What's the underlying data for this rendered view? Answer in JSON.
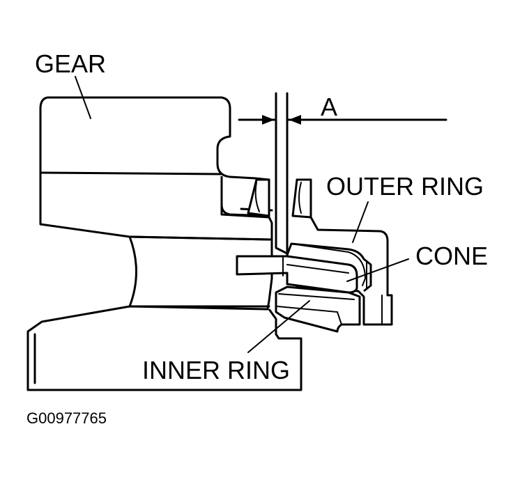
{
  "labels": {
    "gear": "GEAR",
    "dimension": "A",
    "outer_ring": "OUTER RING",
    "cone": "CONE",
    "inner_ring": "INNER RING"
  },
  "figure_id": "G00977765"
}
